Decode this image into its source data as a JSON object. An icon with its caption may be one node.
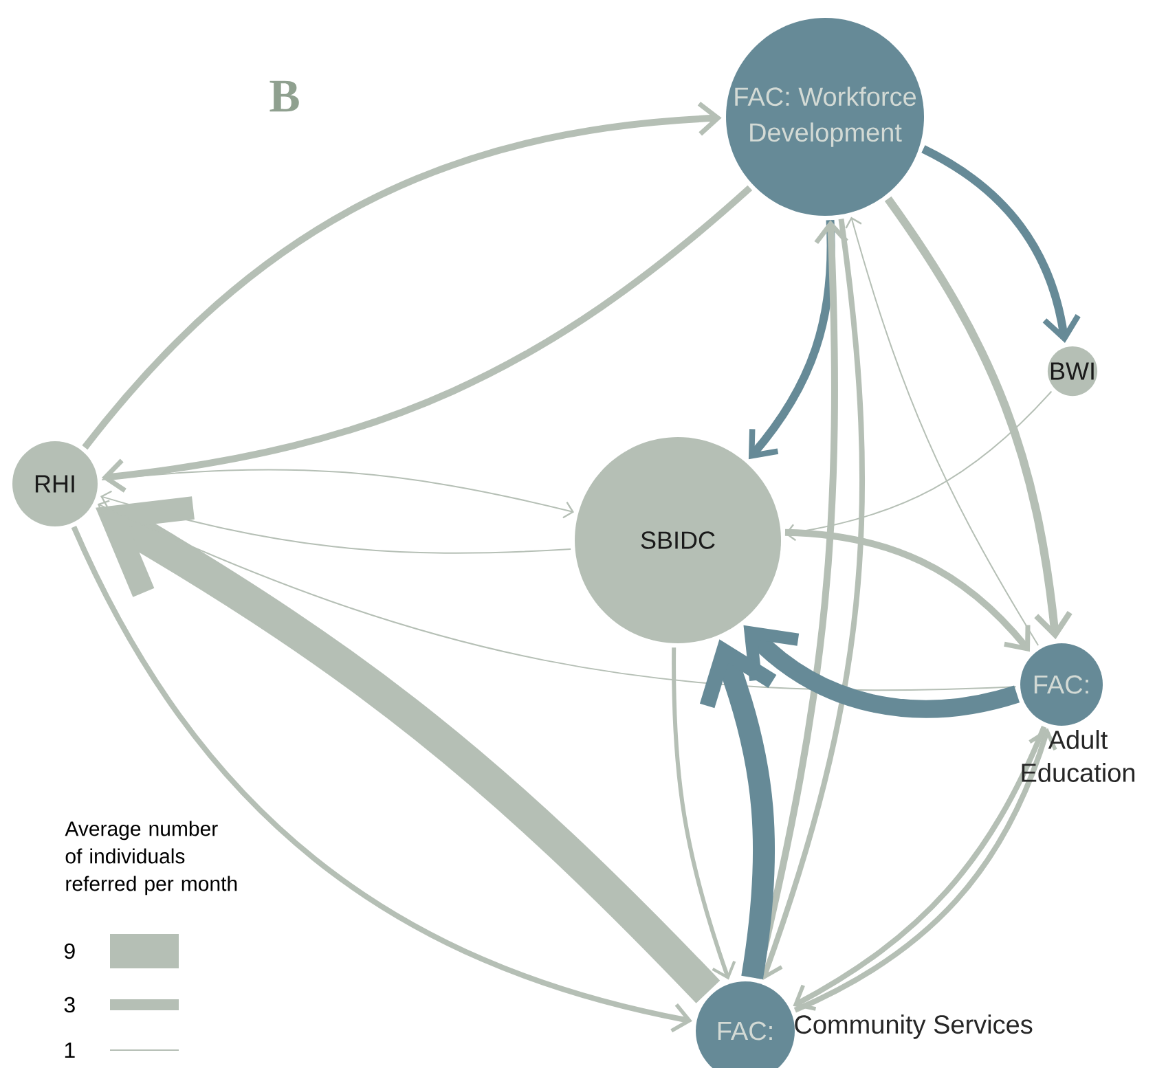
{
  "diagram": {
    "nodes": [
      {
        "text": [
          "FAC: Workforce Development"
        ]
      },
      {
        "text": [
          "BWI"
        ]
      },
      {
        "text": [
          "RHI"
        ]
      },
      {
        "text": [
          "SBIDC"
        ]
      },
      {
        "text": [
          "FAC:",
          "Adult Education"
        ]
      },
      {
        "text": [
          "FAC:",
          "Community Services"
        ]
      }
    ],
    "edges": [
      {
        "from": 2,
        "to": 0,
        "arrow": "to"
      },
      {
        "from": 0,
        "to": 2,
        "arrow": "to"
      },
      {
        "from": 2,
        "to": 3,
        "arrow": "to"
      },
      {
        "from": 3,
        "to": 2,
        "arrow": "to"
      },
      {
        "from": 5,
        "to": 2,
        "arrow": "to",
        "style": "thick"
      },
      {
        "from": 2,
        "to": 5,
        "arrow": "to"
      },
      {
        "from": 4,
        "to": 2,
        "arrow": "to"
      },
      {
        "from": 0,
        "to": 3,
        "arrow": "to",
        "color": "#668a97"
      },
      {
        "from": 0,
        "to": 1,
        "arrow": "to",
        "color": "#668a97"
      },
      {
        "from": 1,
        "to": 3,
        "arrow": "to"
      },
      {
        "from": 5,
        "to": 0,
        "arrow": "to"
      },
      {
        "from": 0,
        "to": 5,
        "arrow": "to"
      },
      {
        "from": 0,
        "to": 4,
        "arrow": "to"
      },
      {
        "from": 4,
        "to": 0,
        "arrow": "to"
      },
      {
        "from": 3,
        "to": 4,
        "arrow": "to"
      },
      {
        "from": 4,
        "to": 3,
        "arrow": "to",
        "style": "thick",
        "color": "#668a97"
      },
      {
        "from": 5,
        "to": 3,
        "arrow": "to",
        "style": "thick",
        "color": "#668a97"
      },
      {
        "from": 3,
        "to": 5,
        "arrow": "to"
      },
      {
        "from": 5,
        "to": 4,
        "arrow": "to"
      },
      {
        "from": 4,
        "to": 5,
        "arrow": "to"
      }
    ],
    "labels": [
      "B",
      "Average number of individuals referred per month"
    ],
    "legend": [
      {
        "text": "9"
      },
      {
        "text": "3"
      },
      {
        "text": "1"
      }
    ]
  }
}
